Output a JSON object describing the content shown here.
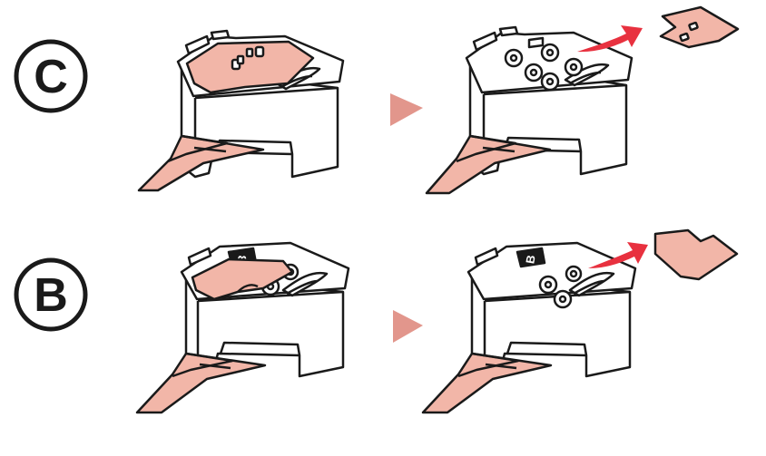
{
  "rows": [
    {
      "label": "C",
      "cartridge_label": "",
      "cover_shape": "c-wide",
      "nozzle_count": 5
    },
    {
      "label": "B",
      "cartridge_label": "B",
      "cover_shape": "b-small",
      "nozzle_count": 3
    }
  ],
  "colors": {
    "tape": "#f2b6a8",
    "tape_stroke": "#1a1a1a",
    "cover": "#f2b6a8",
    "arrow_triangle": "#e2968c",
    "motion_arrow": "#e8313f",
    "outline": "#1a1a1a"
  },
  "icons": {
    "step_indicator": "triangle-right-icon",
    "removal_indicator": "curved-arrow-icon",
    "badge": "circled-letter-icon"
  }
}
